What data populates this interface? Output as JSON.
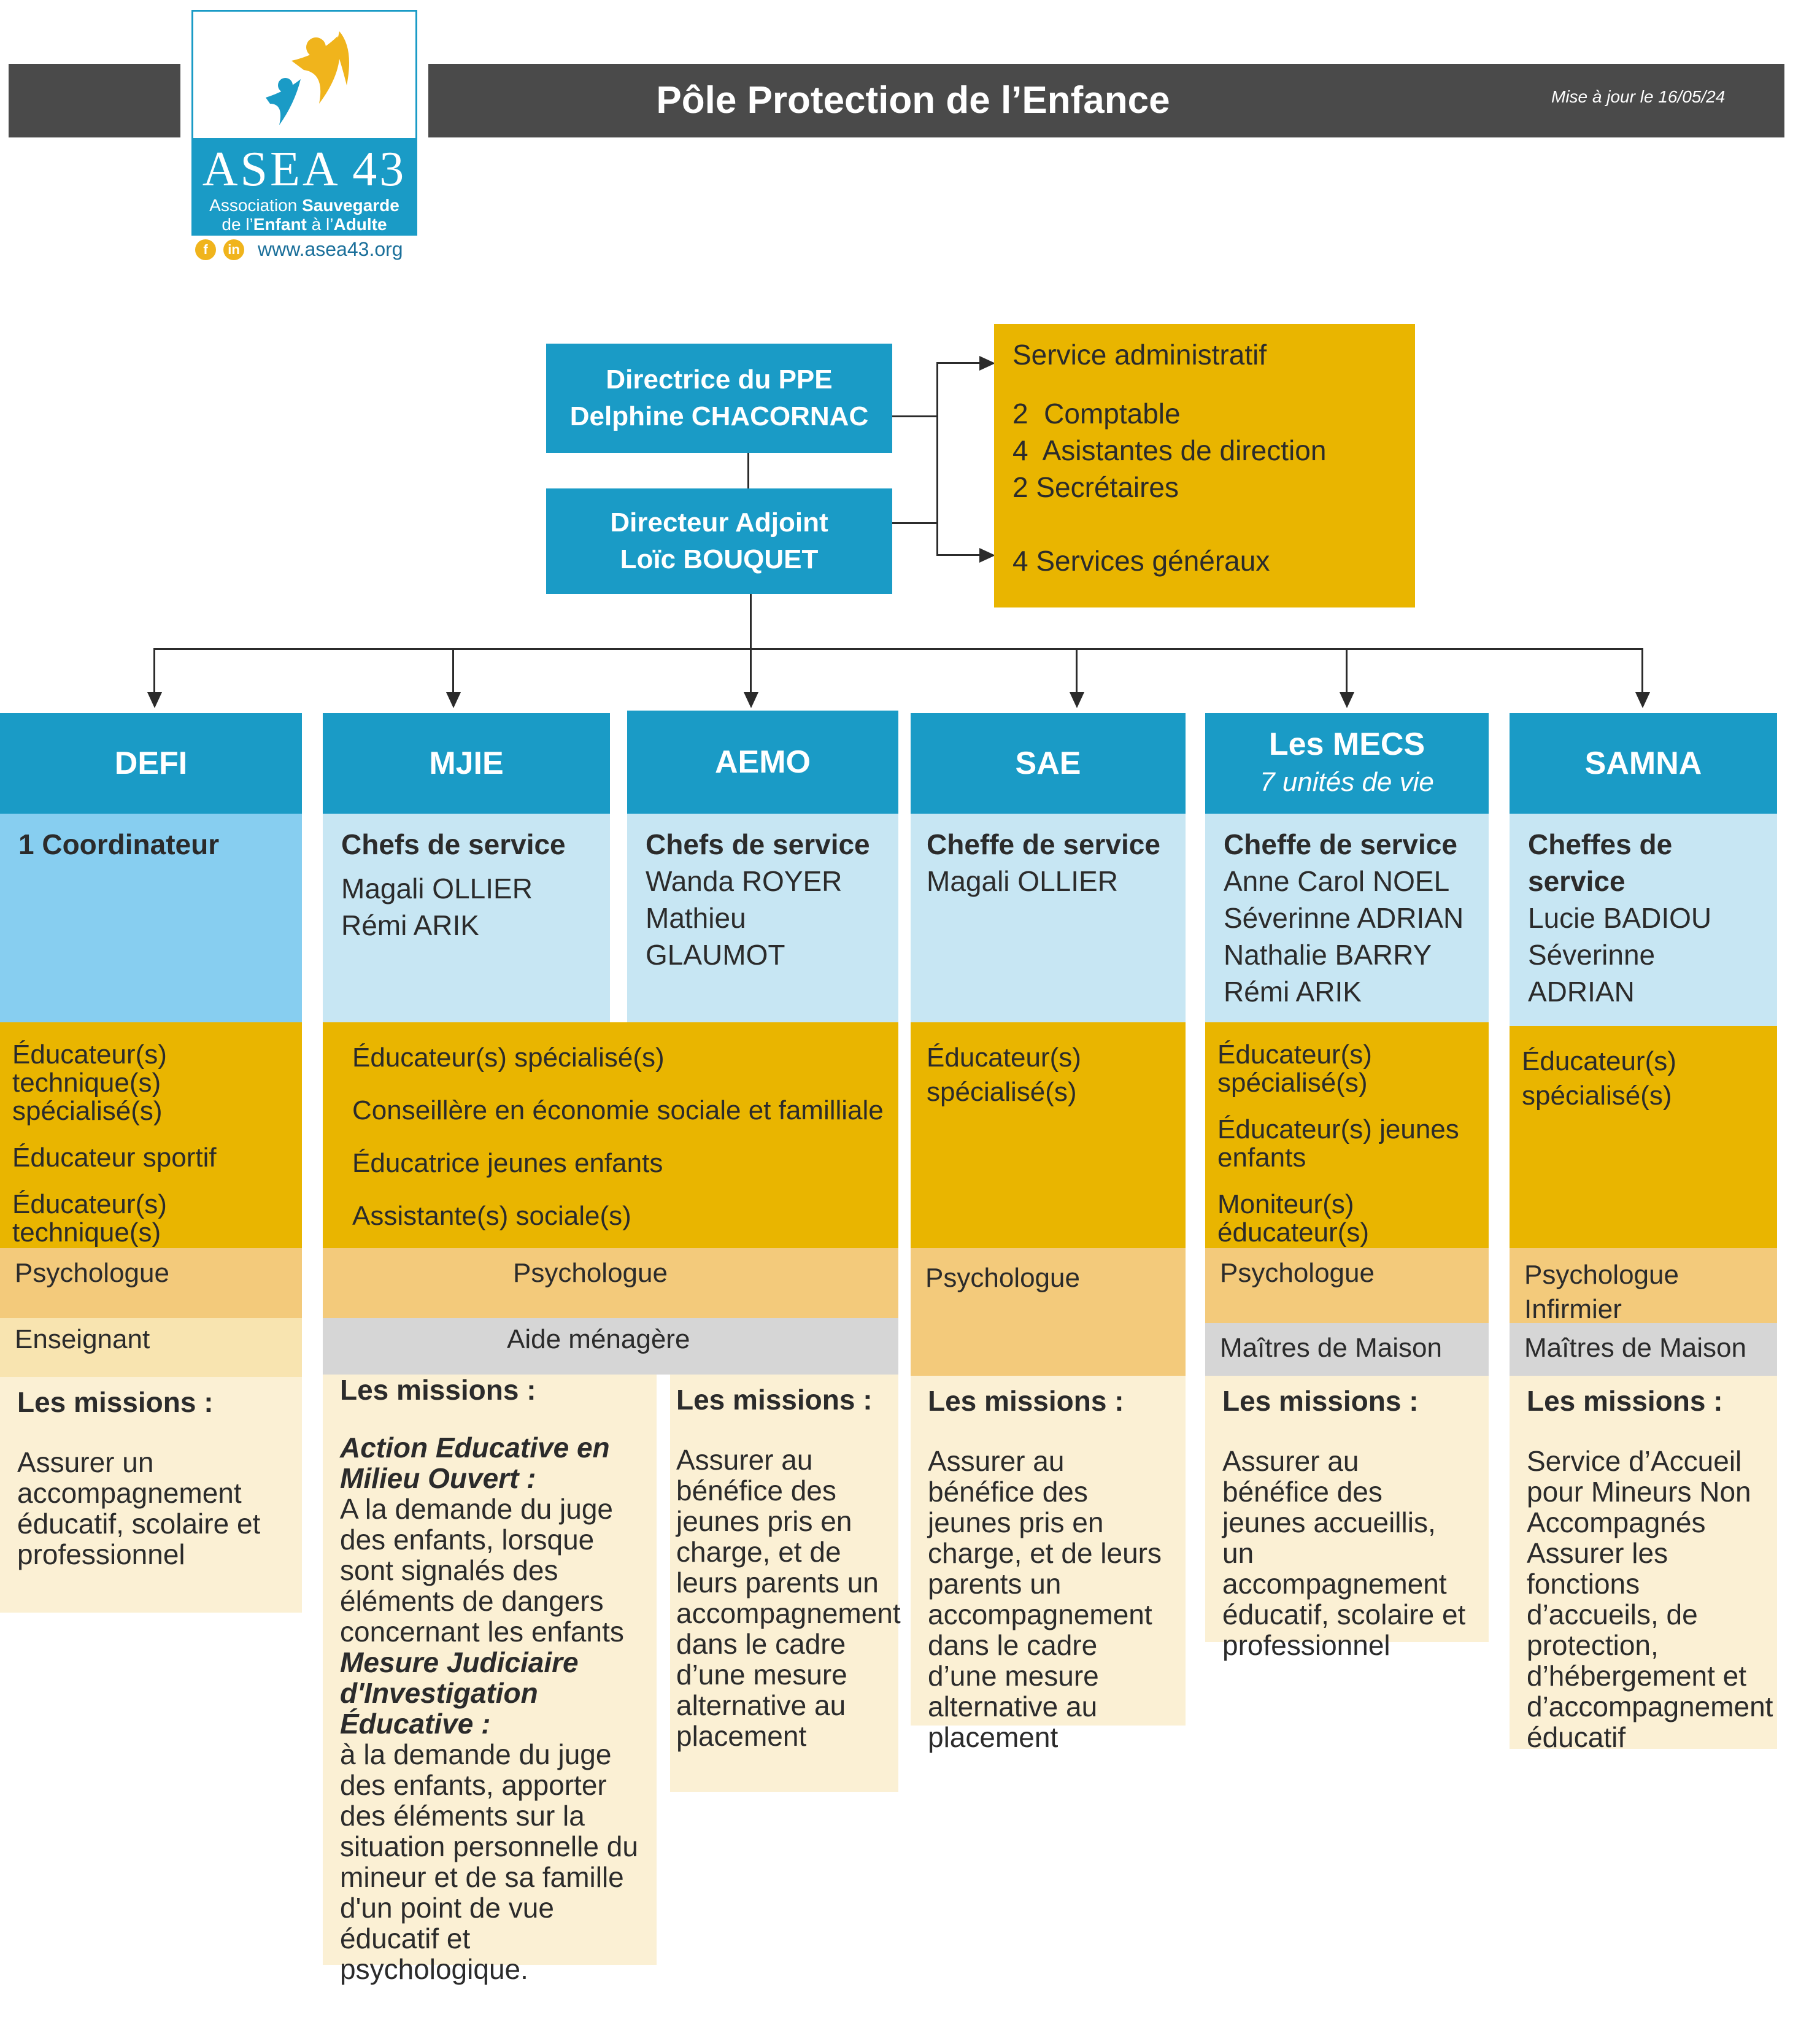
{
  "header": {
    "title": "Pôle Protection de l’Enfance",
    "update": "Mise à jour le 16/05/24"
  },
  "logo": {
    "name": "ASEA 43",
    "line1_a": "Association ",
    "line1_b": "Sauvegarde",
    "line2_a": "de l’",
    "line2_b": "Enfant",
    "line2_c": " à l’",
    "line2_d": "Adulte",
    "website": "www.asea43.org",
    "facebook": "f",
    "linkedin": "in"
  },
  "direction": {
    "director_role": "Directrice du PPE",
    "director_name": "Delphine CHACORNAC",
    "deputy_role": "Directeur Adjoint",
    "deputy_name": "Loïc BOUQUET"
  },
  "admin": {
    "title": "Service administratif",
    "items": [
      "2  Comptable",
      "4  Asistantes de direction",
      "2 Secrétaires"
    ],
    "general": "4 Services généraux"
  },
  "services": {
    "defi": {
      "name": "DEFI",
      "chef_title": "1 Coordinateur",
      "staff": [
        "Éducateur(s) technique(s) spécialisé(s)",
        "Éducateur sportif",
        "Éducateur(s) technique(s)"
      ],
      "psy": "Psychologue",
      "extra": "Enseignant",
      "missions_title": "Les missions :",
      "missions": "Assurer un accompagnement éducatif, scolaire et professionnel"
    },
    "mjie": {
      "name": "MJIE",
      "chef_title": "Chefs de service",
      "chefs": [
        "Magali OLLIER",
        "Rémi ARIK"
      ],
      "missions_title": "Les missions :",
      "m1_title": "Action Educative en Milieu Ouvert :",
      "m1_text": "A la demande du juge des enfants, lorsque sont signalés des éléments de dangers concernant les enfants",
      "m2_title": "Mesure Judiciaire d'Investigation Éducative :",
      "m2_text": " à la demande du juge des enfants, apporter des éléments sur la situation personnelle du mineur et de sa famille d'un point de vue éducatif et psychologique."
    },
    "aemo": {
      "name": "AEMO",
      "chef_title": "Chefs de service",
      "chefs": [
        "Wanda ROYER",
        "Mathieu GLAUMOT"
      ],
      "missions_title": "Les missions :",
      "missions": "Assurer au bénéfice des jeunes pris en charge, et de leurs parents un accompagnement dans le cadre d’une mesure alternative au placement"
    },
    "shared": {
      "staff": [
        "Éducateur(s) spécialisé(s)",
        "Conseillère en économie sociale et familliale",
        "Éducatrice  jeunes enfants",
        "Assistante(s) sociale(s)"
      ],
      "psy": "Psychologue",
      "extra": "Aide ménagère"
    },
    "sae": {
      "name": "SAE",
      "chef_title": "Cheffe de service",
      "chefs": [
        "Magali OLLIER"
      ],
      "staff": [
        "Éducateur(s)  spécialisé(s)"
      ],
      "psy": "Psychologue",
      "missions_title": "Les missions :",
      "missions": "Assurer au bénéfice des jeunes pris en charge, et de leurs parents un accompagnement dans le cadre d’une mesure alternative au placement"
    },
    "mecs": {
      "name": "Les MECS",
      "subtitle": "7 unités de vie",
      "chef_title": "Cheffe de service",
      "chefs": [
        "Anne Carol NOEL",
        "Séverinne ADRIAN",
        "Nathalie BARRY",
        "Rémi ARIK"
      ],
      "staff": [
        "Éducateur(s) spécialisé(s)",
        "Éducateur(s) jeunes enfants",
        "Moniteur(s) éducateur(s)"
      ],
      "psy": "Psychologue",
      "extra": "Maîtres de Maison",
      "missions_title": "Les missions :",
      "missions": "Assurer au bénéfice des jeunes accueillis, un accompagnement éducatif, scolaire et professionnel"
    },
    "samna": {
      "name": "SAMNA",
      "chef_title": "Cheffes de service",
      "chefs": [
        "Lucie BADIOU",
        "Séverinne ADRIAN"
      ],
      "staff": [
        "Éducateur(s) spécialisé(s)"
      ],
      "psy": "Psychologue",
      "psy2": "Infirmier",
      "extra": "Maîtres de Maison",
      "missions_title": "Les missions :",
      "missions": "Service d’Accueil pour Mineurs Non Accompagnés Assurer les fonctions d’accueils, de protection, d’hébergement et d’accompagnement éducatif"
    }
  },
  "colors": {
    "blue": "#1a9bc6",
    "light_blue": "#c7e6f3",
    "gold": "#e9b500",
    "orange_light": "#f3ca7b",
    "cream": "#fbf0d4",
    "grey": "#d6d6d6",
    "header_dark": "#4a4a4a"
  }
}
